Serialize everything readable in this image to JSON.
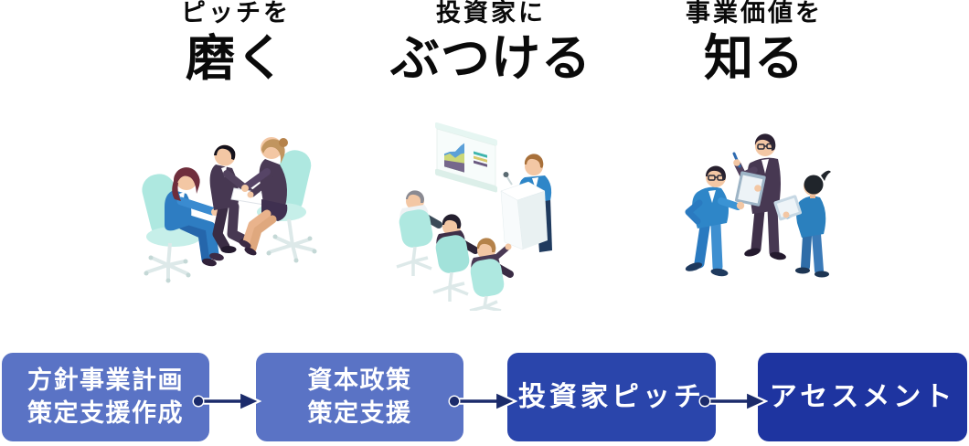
{
  "page": {
    "background": "#ffffff"
  },
  "columns": [
    {
      "heading_small": "ピッチを",
      "heading_large": "磨く",
      "illustration": "meeting-discussion"
    },
    {
      "heading_small": "投資家に",
      "heading_large": "ぶつける",
      "illustration": "investor-presentation"
    },
    {
      "heading_small": "事業価値を",
      "heading_large": "知る",
      "illustration": "standing-assessment"
    }
  ],
  "flow": {
    "steps": [
      {
        "lines": [
          "方針事業計画",
          "策定支援作成"
        ],
        "bg": "#5a73c5"
      },
      {
        "lines": [
          "資本政策",
          "策定支援"
        ],
        "bg": "#5a73c5"
      },
      {
        "lines": [
          "投資家ピッチ"
        ],
        "bg": "#2a45ab"
      },
      {
        "lines": [
          "アセスメント"
        ],
        "bg": "#1e34a0"
      }
    ],
    "text_color": "#ffffff",
    "arrow_color": "#1b2b6b",
    "arrow_outline_color": "#ffffff"
  },
  "illustration_palette": {
    "chair_teal": "#aee8e0",
    "suit_blue": "#2e86c8",
    "suit_plum": "#473852",
    "skin": "#f3c7a4",
    "screen_chart_blue": "#5ba0d8",
    "screen_chart_yellow": "#ccd878",
    "screen_chart_purple": "#76688c"
  }
}
